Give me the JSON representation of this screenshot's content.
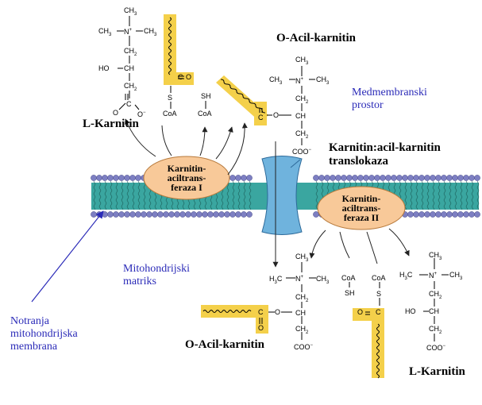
{
  "labels": {
    "o_acyl_top": "O-Acil-karnitin",
    "intermembrane": [
      "Medmembranski",
      "prostor"
    ],
    "l_carnitine_left": "L-Karnitin",
    "translocase": [
      "Karnitin:acil-karnitin",
      "translokaza"
    ],
    "matrix": [
      "Mitohondrijski",
      "matriks"
    ],
    "inner_membrane": [
      "Notranja",
      "mitohondrijska",
      "membrana"
    ],
    "o_acyl_bottom": "O-Acil-karnitin",
    "l_carnitine_right": "L-Karnitin"
  },
  "enzymes": {
    "cpt1": [
      "Karnitin-",
      "aciltrans-",
      "feraza I"
    ],
    "cpt2": [
      "Karnitin-",
      "aciltrans-",
      "feraza II"
    ]
  },
  "chem": {
    "ch3": "CH",
    "three": "3",
    "n": "N",
    "plus": "+",
    "ch2": "CH",
    "two": "2",
    "ho": "HO",
    "ch": "CH",
    "c": "C",
    "o": "O",
    "o_minus": "O",
    "minus": "−",
    "s": "S",
    "sh": "SH",
    "coa": "CoA",
    "coo": "COO",
    "o_ester": "O",
    "h3c": "H",
    "c_letter": "C",
    "dash": "–"
  },
  "colors": {
    "membrane": "#3aa6a0",
    "membrane_head": "#7d7fc2",
    "enzyme_fill": "#f8c999",
    "translocase_fill": "#6fb3dd",
    "acyl_highlight": "#f4d04a",
    "label_blue": "#2b2bb8"
  }
}
